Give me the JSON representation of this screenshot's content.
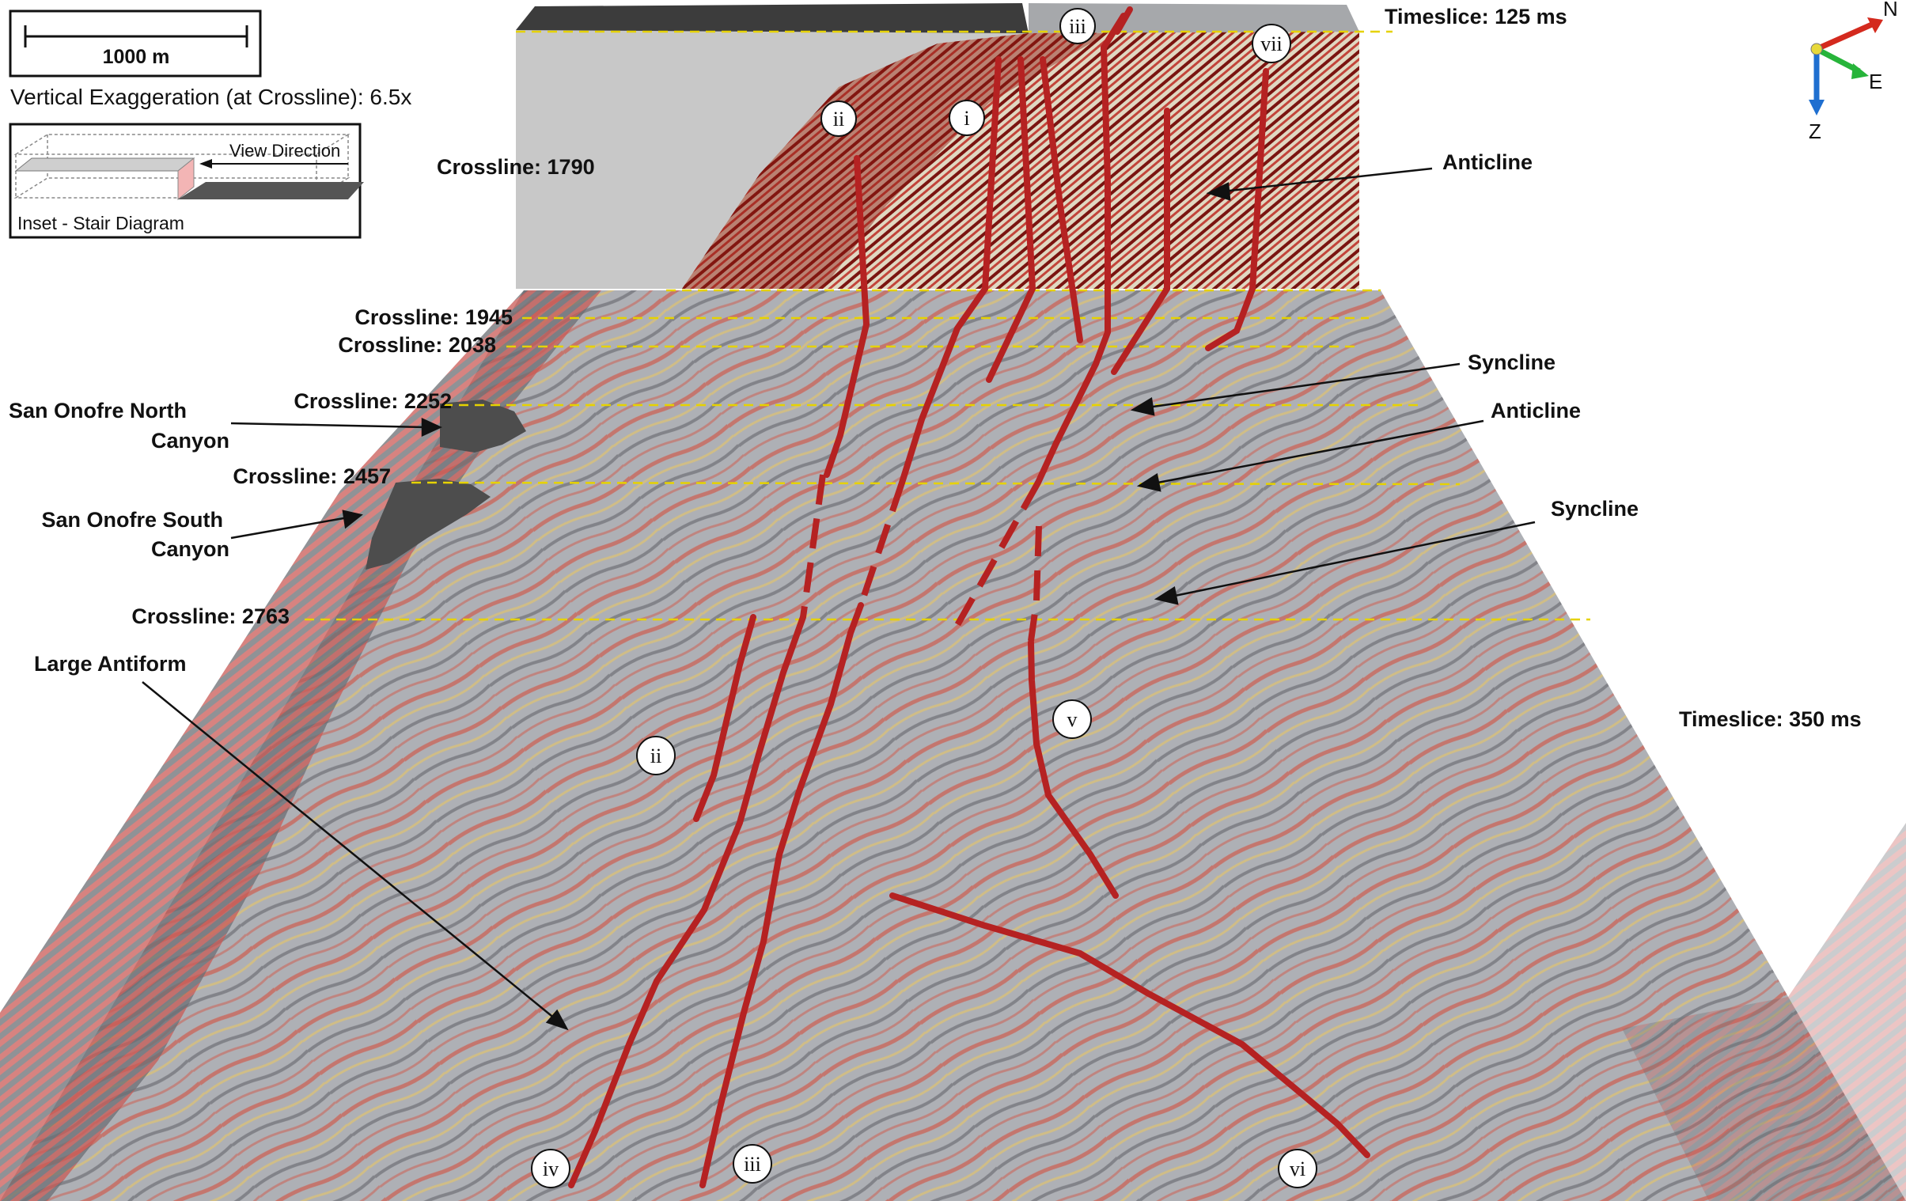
{
  "scale_bar": {
    "label": "1000 m"
  },
  "vertical_exaggeration": "Vertical Exaggeration (at Crossline): 6.5x",
  "inset": {
    "view_direction": "View Direction",
    "caption": "Inset - Stair Diagram"
  },
  "compass": {
    "north": "N",
    "east": "E",
    "down": "Z",
    "colors": {
      "north": "#d42a1e",
      "east": "#27b43a",
      "down": "#1f6fd0"
    }
  },
  "timeslices": {
    "top": "Timeslice: 125 ms",
    "bottom": "Timeslice: 350 ms"
  },
  "crosslines": {
    "c1790": "Crossline: 1790",
    "c1945": "Crossline: 1945",
    "c2038": "Crossline: 2038",
    "c2252": "Crossline: 2252",
    "c2457": "Crossline: 2457",
    "c2763": "Crossline: 2763"
  },
  "features": {
    "anticline_upper": "Anticline",
    "syncline_upper": "Syncline",
    "anticline_lower": "Anticline",
    "syncline_lower": "Syncline",
    "north_canyon_line1": "San Onofre North",
    "north_canyon_line2": "Canyon",
    "south_canyon_line1": "San Onofre South",
    "south_canyon_line2": "Canyon",
    "large_antiform": "Large Antiform"
  },
  "fault_labels": {
    "top_i": "i",
    "top_ii": "ii",
    "top_iii": "iii",
    "top_vii": "vii",
    "mid_ii": "ii",
    "mid_v": "v",
    "bot_iv": "iv",
    "bot_iii": "iii",
    "bot_vi": "vi"
  },
  "colors": {
    "fault": "#b52222",
    "guide": "#e6d200",
    "seismic_red": "#c1473f",
    "seismic_gray": "#a9abb0"
  }
}
